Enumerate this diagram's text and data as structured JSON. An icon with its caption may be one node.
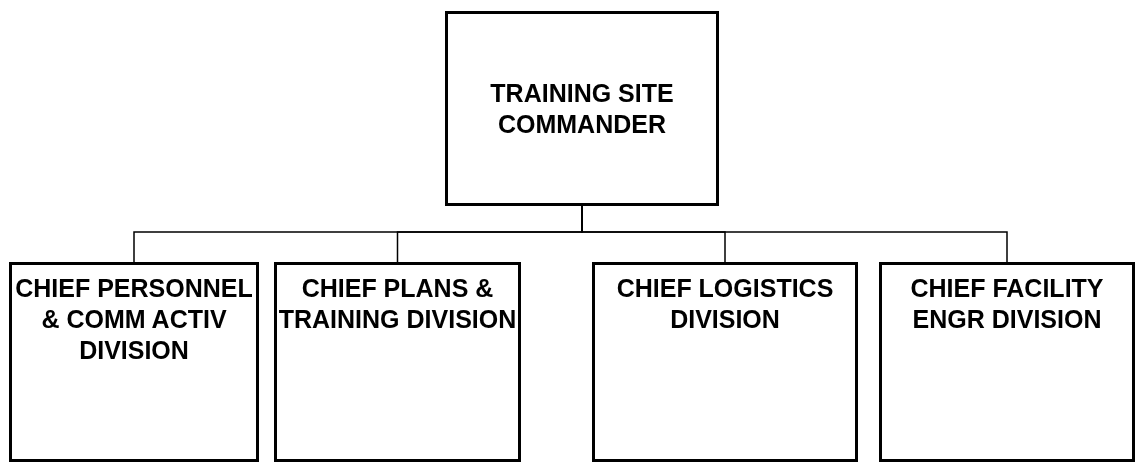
{
  "diagram": {
    "nodes": [
      {
        "text": [
          "TRAINING SITE COMMANDER"
        ]
      },
      {
        "text": [
          "CHIEF PERSONNEL & COMM ACTIV DIVISION"
        ]
      },
      {
        "text": [
          "CHIEF PLANS & TRAINING DIVISION"
        ]
      },
      {
        "text": [
          "CHIEF LOGISTICS DIVISION"
        ]
      },
      {
        "text": [
          "CHIEF FACILITY ENGR DIVISION"
        ]
      }
    ],
    "edges": [
      {
        "from": 0,
        "to": 1,
        "arrow": "none"
      },
      {
        "from": 0,
        "to": 2,
        "arrow": "none"
      },
      {
        "from": 0,
        "to": 3,
        "arrow": "none"
      },
      {
        "from": 0,
        "to": 4,
        "arrow": "none"
      }
    ]
  }
}
